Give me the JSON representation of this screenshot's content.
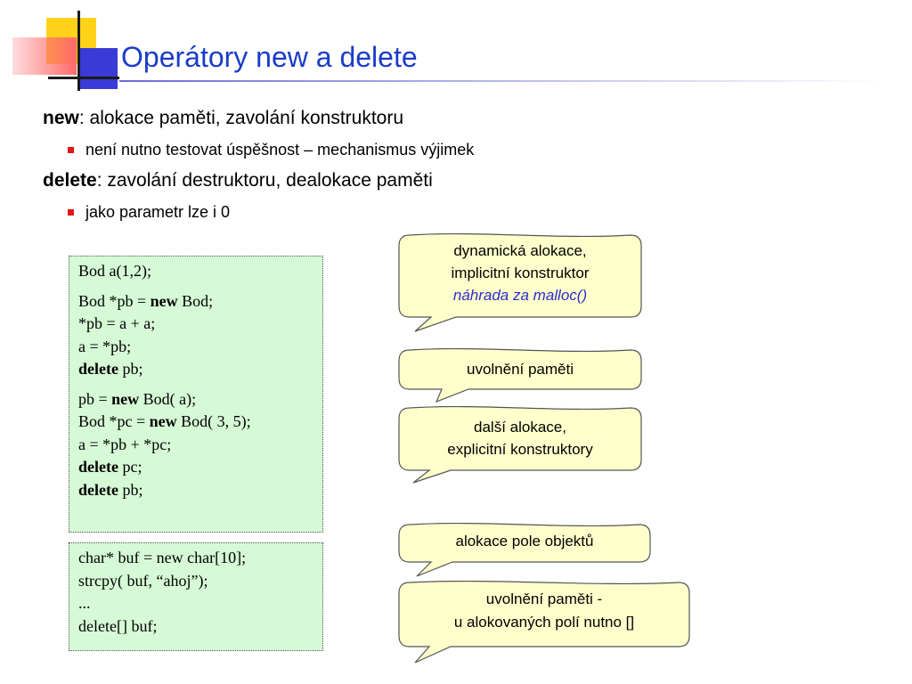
{
  "title": "Operátory new a delete",
  "bullets": [
    {
      "keyword": "new",
      "text": ": alokace paměti, zavolání konstruktoru",
      "sub": [
        "není nutno testovat úspěšnost – mechanismus výjimek"
      ]
    },
    {
      "keyword": "delete",
      "text": ": zavolání destruktoru, dealokace paměti",
      "sub": [
        "jako parametr lze i 0"
      ]
    }
  ],
  "code_block_1": {
    "g1": [
      "Bod a(1,2);"
    ],
    "g2_l1_pre": "Bod *pb = ",
    "g2_l1_kw": "new",
    "g2_l1_post": " Bod;",
    "g2_l2": "*pb = a + a;",
    "g2_l3": "a = *pb;",
    "g2_l4_kw": "delete",
    "g2_l4_post": " pb;",
    "g3_l1_pre": "pb = ",
    "g3_l1_kw": "new",
    "g3_l1_post": " Bod( a);",
    "g3_l2_pre": "Bod *pc = ",
    "g3_l2_kw": "new",
    "g3_l2_post": " Bod( 3, 5);",
    "g3_l3": "a = *pb + *pc;",
    "g3_l4_kw": "delete",
    "g3_l4_post": " pc;",
    "g3_l5_kw": "delete",
    "g3_l5_post": " pb;"
  },
  "code_block_2": {
    "lines": [
      "char* buf = new char[10];",
      "strcpy( buf, “ahoj”);",
      "...",
      "delete[] buf;"
    ]
  },
  "callouts": [
    {
      "lines": [
        "dynamická alokace,",
        "implicitní konstruktor"
      ],
      "italic": "náhrada za malloc()"
    },
    {
      "lines": [
        "uvolnění paměti"
      ]
    },
    {
      "lines": [
        "další alokace,",
        "explicitní konstruktory"
      ]
    },
    {
      "lines": [
        "alokace pole objektů"
      ]
    },
    {
      "lines": [
        "uvolnění paměti -",
        "u alokovaných polí nutno []"
      ]
    }
  ],
  "colors": {
    "title": "#1a3cc8",
    "bullet": "#e01818",
    "code_bg": "#d6fad6",
    "callout_bg": "#ffffcc",
    "italic_text": "#2b2bd0"
  }
}
